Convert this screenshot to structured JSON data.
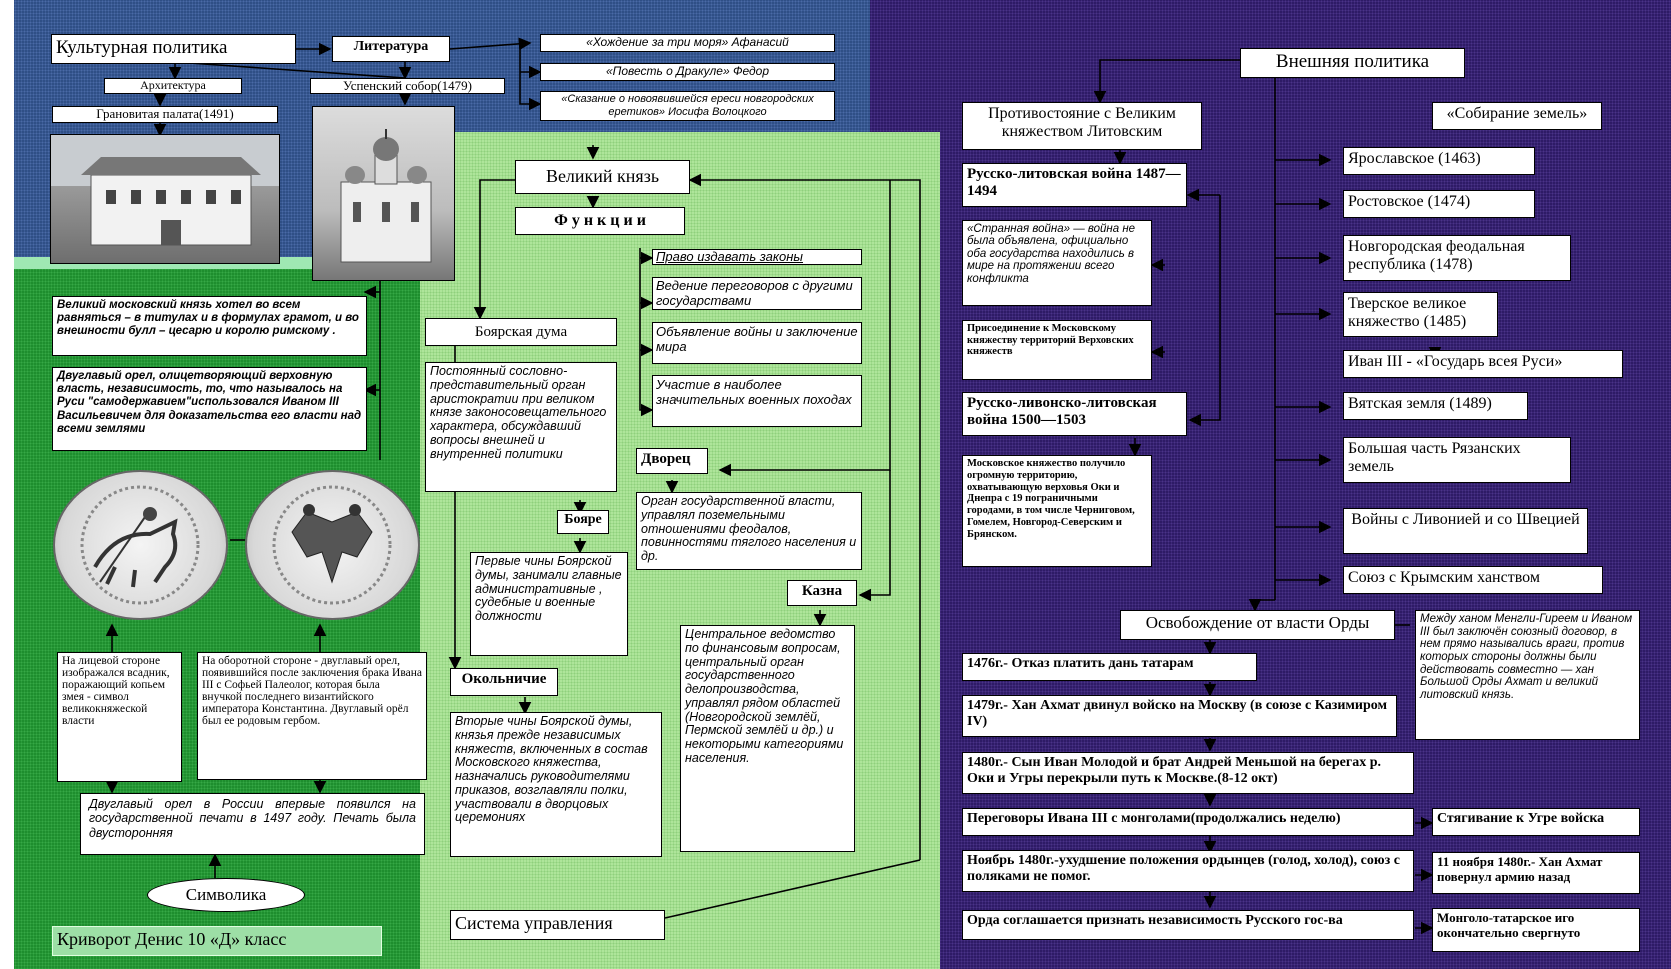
{
  "culture": {
    "title": "Культурная политика",
    "literature": "Литература",
    "lit1": "«Хождение за три моря» Афанасий",
    "lit2": "«Повесть о Дракуле» Федор",
    "lit3": "«Сказание о новоявившейся ереси новгородских еретиков» Иосифа Волоцкого",
    "architecture": "Архитектура",
    "assumption": "Успенский собор(1479)",
    "faceted": "Грановитая палата(1491)"
  },
  "symbols": {
    "text1": "Великий московский князь хотел во всем равняться – в титулах и в формулах грамот, и во внешности булл – цесарю и королю римскому .",
    "text2": "Двуглавый орел, олицетворяющий верховную власть, независимость, то, что называлось на Руси \"самодержавием\"использовался Иваном III Васильевичем для доказательства его власти над всеми землями",
    "obverse": "На лицевой стороне изображался всадник, поражающий копьем змея - символ великокняжеской власти",
    "reverse": "На оборотной стороне - двуглавый орел, появившийся после заключения брака Ивана III с Софьей Палеолог, которая была внучкой последнего византийского императора Константина. Двуглавый орёл был ее родовым гербом.",
    "eagle": "Двуглавый орел в России впервые появился на государственной печати в 1497 году. Печать была двусторонняя",
    "label": "Символика",
    "author": "Криворот Денис 10 «Д» класс"
  },
  "governance": {
    "grand_prince": "Великий князь",
    "functions": "Ф у н к ц и и",
    "f1": "Право издавать законы",
    "f2": "Ведение переговоров с другими государствами",
    "f3": "Объявление войны и заключение мира",
    "f4": "Участие в наиболее значительных военных походах",
    "duma": "Боярская дума",
    "duma_desc": "Постоянный сословно-представительный орган аристократии при великом князе законосовещательного характера, обсуждавший вопросы внешней и внутренней политики",
    "palace": "Дворец",
    "palace_desc": "Орган государственной власти, управлял поземельными отношениями феодалов, повинностями тяглого населения и др.",
    "boyars": "Бояре",
    "boyars_desc": "Первые чины Боярской думы, занимали главные административные , судебные и военные должности",
    "treasury": "Казна",
    "treasury_desc": "Центральное ведомство по финансовым вопросам, центральный орган государственного делопроизводства, управлял рядом областей (Новгородской землёй, Пермской землёй и др.) и некоторыми категориями населения.",
    "okolnichie": "Окольничие",
    "okolnichie_desc": "Вторые чины Боярской думы, князья прежде независимых княжеств, включенных в состав Московского княжества, назначались руководителями приказов, возглавляли полки, участвовали в дворцовых церемониях",
    "system": "Система управления"
  },
  "foreign": {
    "title": "Внешняя политика",
    "lithuania": "Противостояние с Великим княжеством Литовским",
    "war1": "Русско-литовская война 1487—1494",
    "strange": "«Странная война» — война не была объявлена, официально оба государства находились в мире на протяжении всего конфликта",
    "join": "Присоединение к Московскому княжеству территорий Верховских княжеств",
    "war2": "Русско-ливонско-литовская война 1500—1503",
    "result": "Московское княжество получило огромную территорию, охватывающую верховья Оки и Днепра с 19 пограничными городами, в том числе Черниговом, Гомелем, Новгород-Северским и Брянском.",
    "gathering": "«Собирание земель»",
    "g1": "Ярославское (1463)",
    "g2": "Ростовское (1474)",
    "g3": "Новгородская феодальная республика (1478)",
    "g4": "Тверское великое княжество (1485)",
    "g5": "Иван III - «Государь всея Руси»",
    "g6": "Вятская земля (1489)",
    "g7": "Большая часть Рязанских земель",
    "livonia": "Войны с Ливонией и со Швецией",
    "crimea": "Союз с Крымским ханством",
    "horde": "Освобождение от власти Орды",
    "crimea_desc": "Между ханом Менгли-Гиреем и Иваном III был заключён союзный договор, в нем прямо назывались враги, против которых стороны должны были действовать совместно — хан Большой Орды Ахмат и великий литовский князь.",
    "h1": "1476г.- Отказ платить дань татарам",
    "h2": "1479г.- Хан Ахмат двинул войско на Москву (в союзе с Казимиром IV)",
    "h3": "1480г.- Сын Иван Молодой и брат Андрей Меньшой на берегах р. Оки и Угры перекрыли путь к Москве.(8-12 окт)",
    "h4": "Переговоры Ивана III с монголами(продолжались неделю)",
    "h4b": "Стягивание к Угре войска",
    "h5": "Ноябрь 1480г.-ухудшение положения ордынцев (голод, холод), союз с поляками не помог.",
    "h5b": "11 ноября 1480г.- Хан Ахмат повернул армию назад",
    "h6": "Орда соглашается признать независимость Русского гос-ва",
    "h6b": "Монголо-татарское иго окончательно свергнуто"
  }
}
